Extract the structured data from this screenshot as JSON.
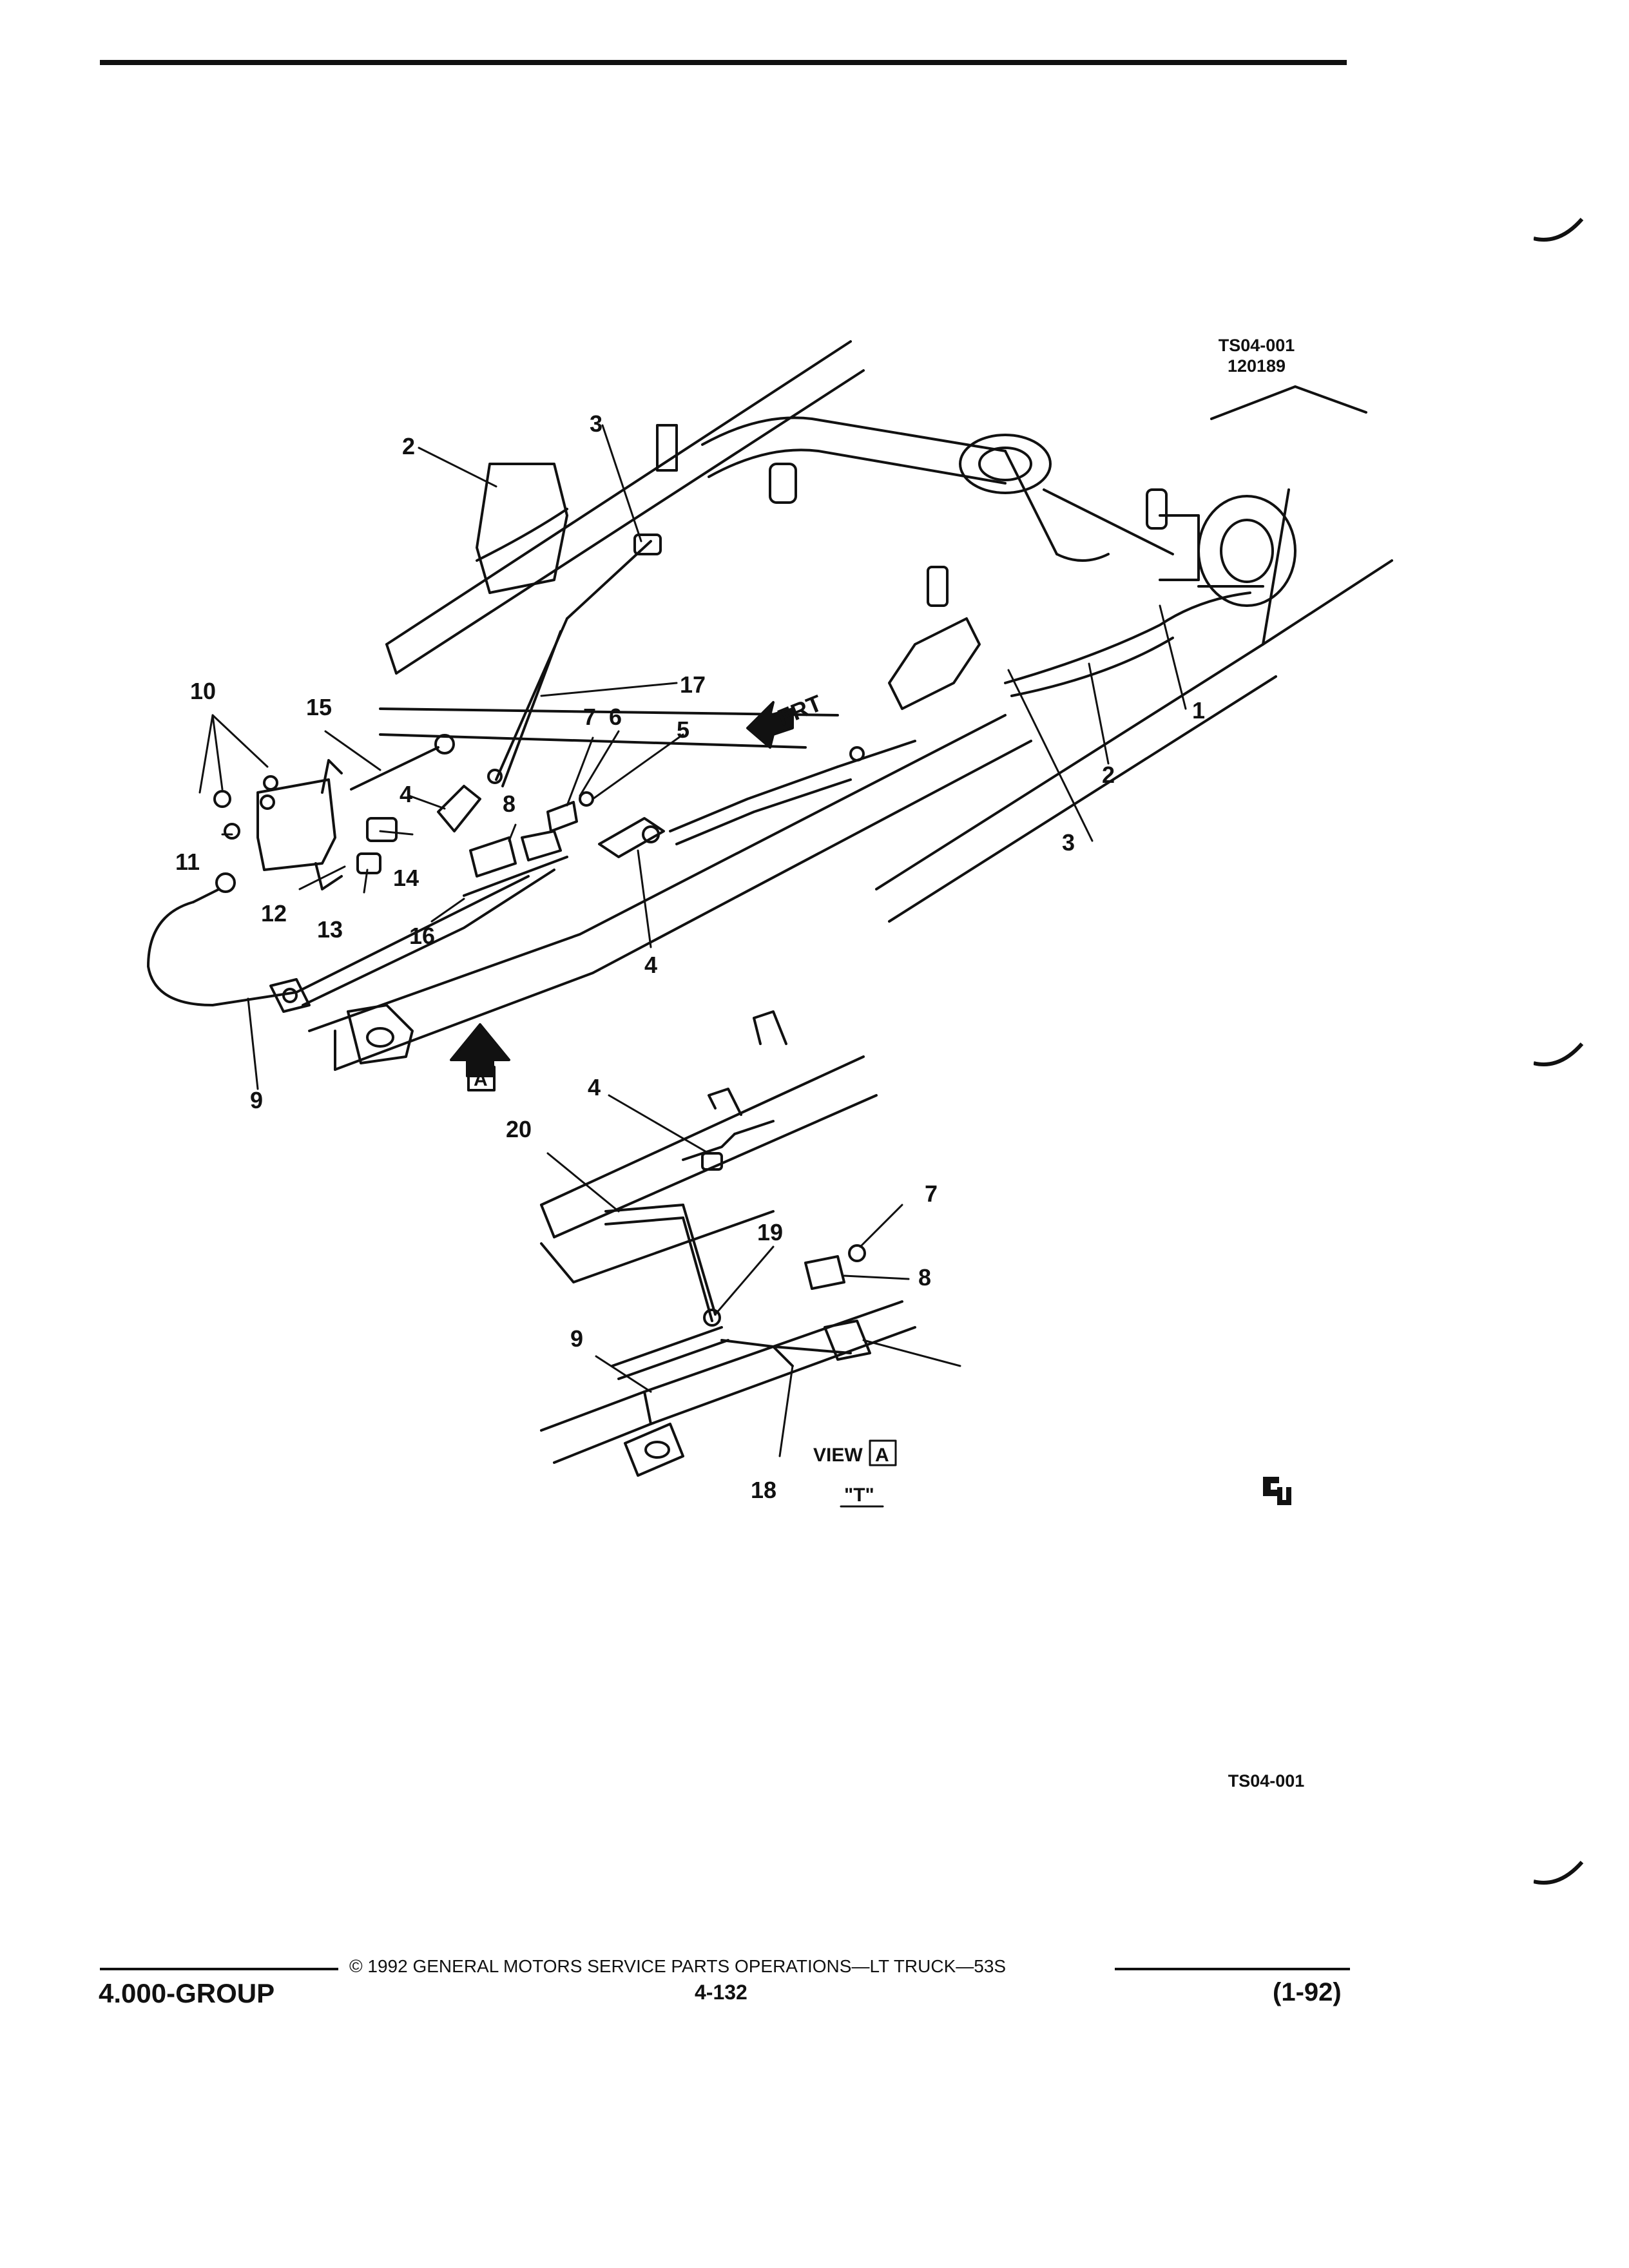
{
  "header": {
    "illustration_code": "TS04-001",
    "illustration_date": "120189"
  },
  "diagram": {
    "front_label": "FRT",
    "view_label": "VIEW",
    "view_letter": "A",
    "view_sublabel": "\"T\"",
    "arrow_letter": "A",
    "callouts": [
      "1",
      "2",
      "3",
      "4",
      "5",
      "6",
      "7",
      "8",
      "9",
      "10",
      "11",
      "12",
      "13",
      "14",
      "15",
      "16",
      "17",
      "18",
      "19",
      "20"
    ]
  },
  "bottom_code": "TS04-001",
  "footer": {
    "copyright": "© 1992 GENERAL MOTORS SERVICE PARTS OPERATIONS—LT TRUCK—53S",
    "group": "4.000-GROUP",
    "page_number": "4-132",
    "revision": "(1-92)"
  }
}
